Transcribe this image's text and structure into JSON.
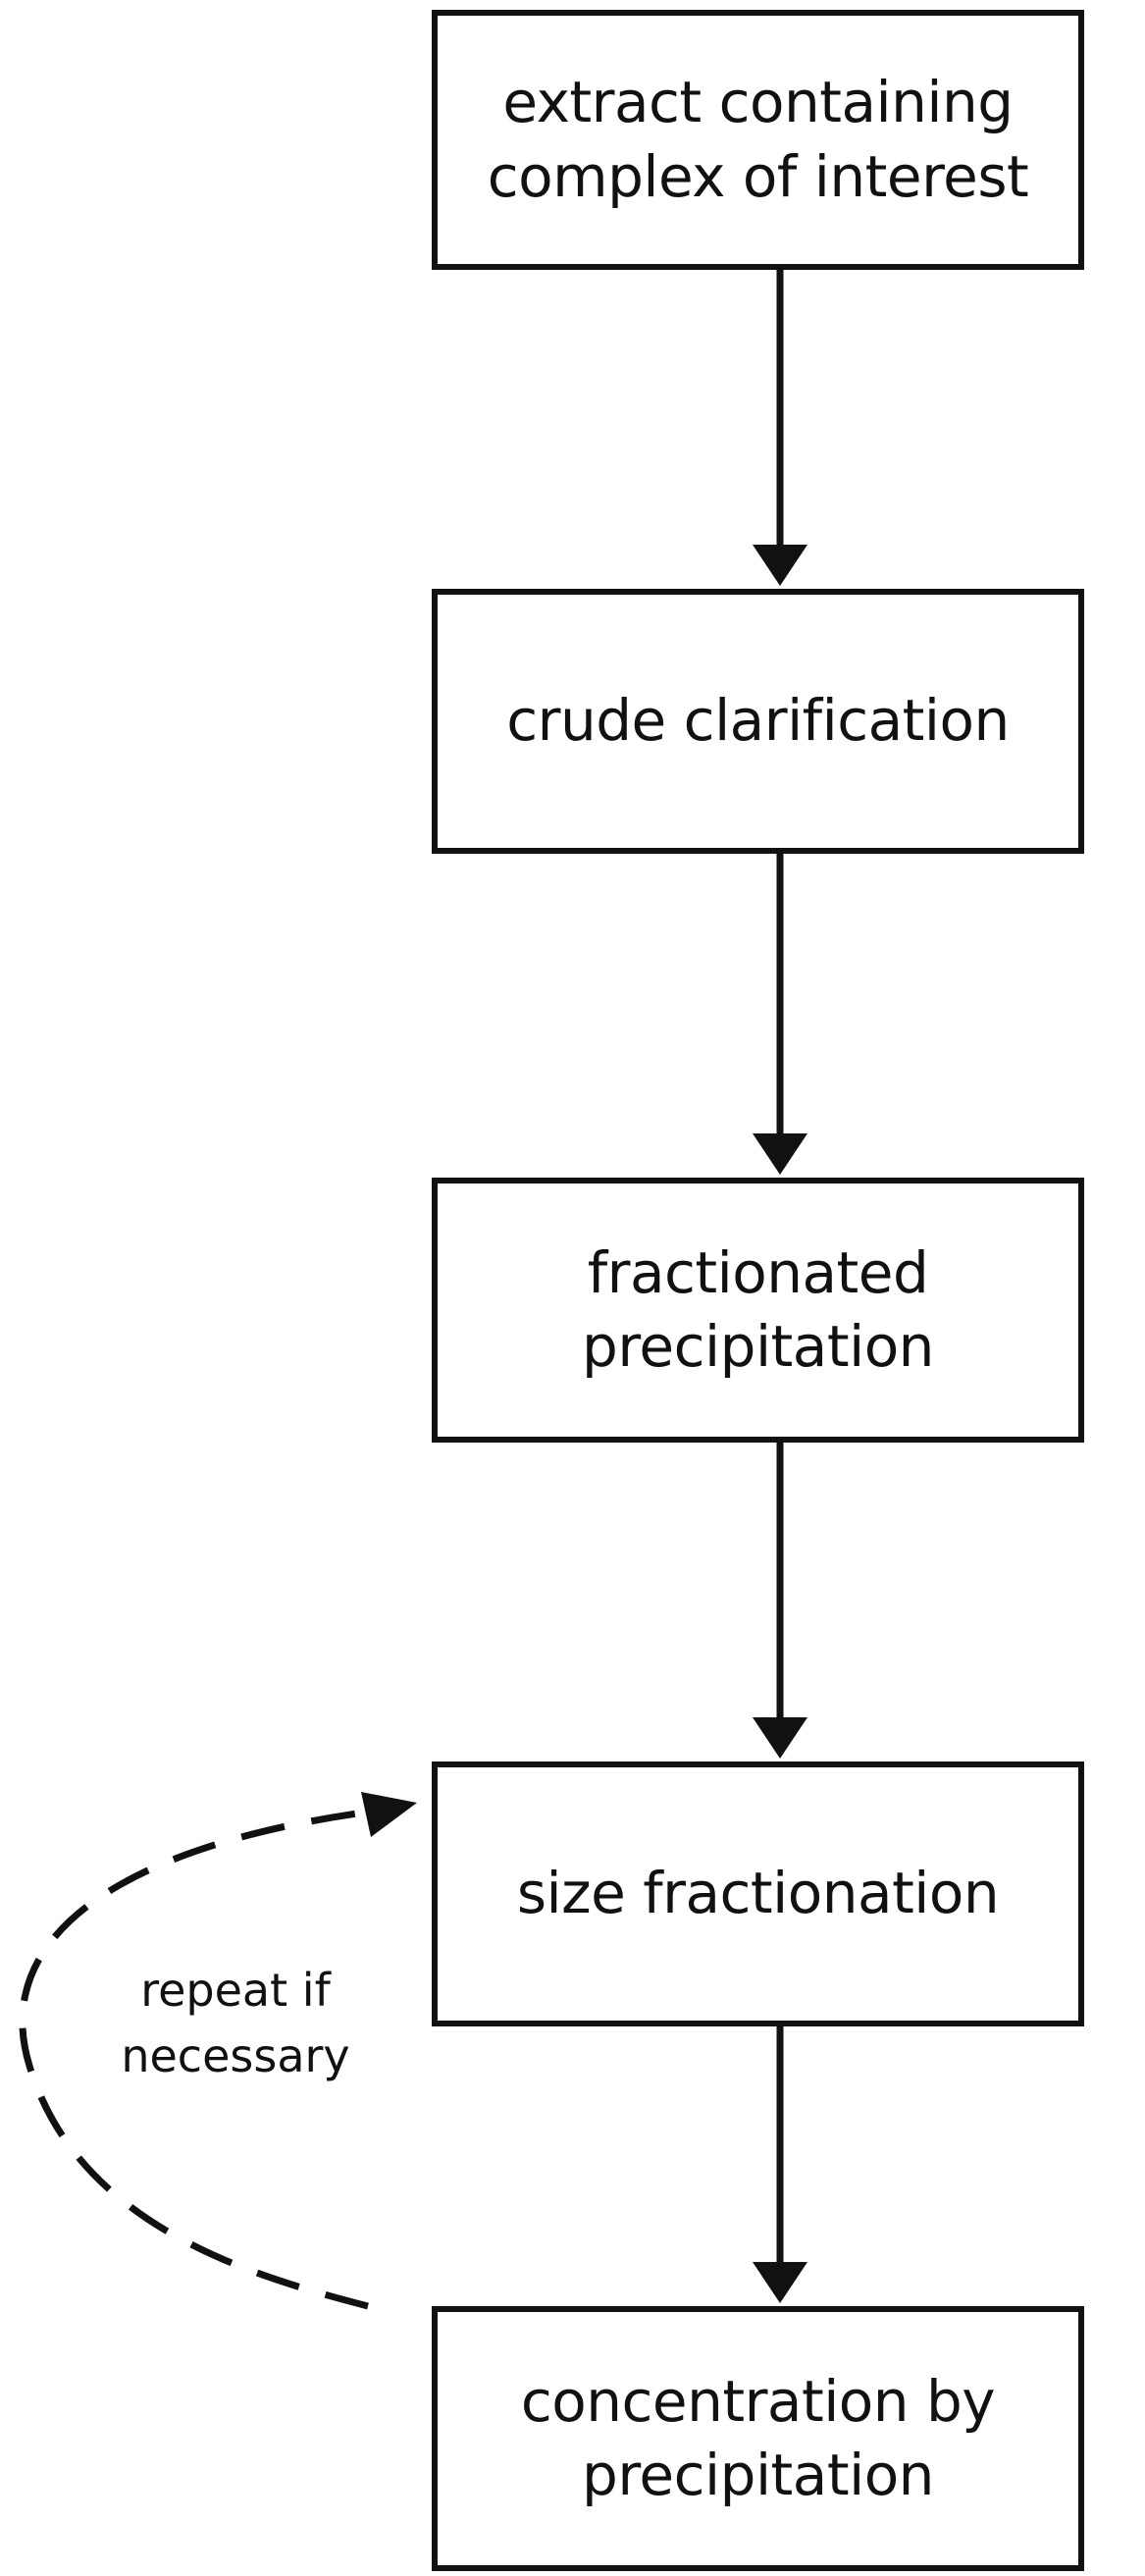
{
  "diagram": {
    "steps": [
      {
        "line1": "extract containing",
        "line2": "complex of interest"
      },
      {
        "line1": "crude clarification",
        "line2": ""
      },
      {
        "line1": "fractionated",
        "line2": "precipitation"
      },
      {
        "line1": "size fractionation",
        "line2": ""
      },
      {
        "line1": "concentration by",
        "line2": "precipitation"
      }
    ],
    "loop": {
      "label_line1": "repeat if",
      "label_line2": "necessary",
      "style": "dashed"
    },
    "colors": {
      "stroke": "#111111",
      "background": "#ffffff"
    }
  }
}
